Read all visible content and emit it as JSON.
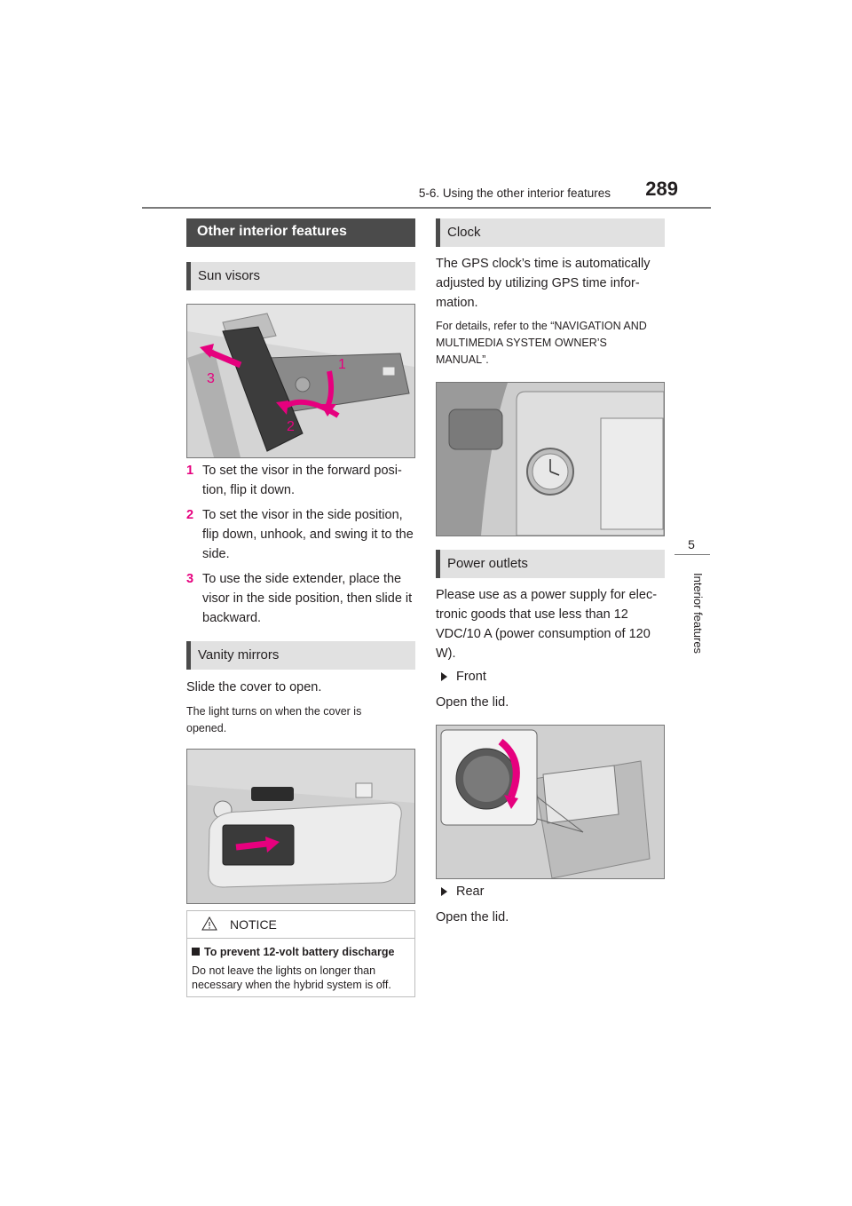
{
  "header": {
    "section": "5-6. Using the other interior features",
    "page_number": "289"
  },
  "side_tab": {
    "chapter_number": "5",
    "chapter_label": "Interior features"
  },
  "left": {
    "main_heading": "Other interior features",
    "sun_visors": {
      "heading": "Sun visors",
      "callouts": [
        "1",
        "2",
        "3"
      ],
      "steps": [
        {
          "num": "1",
          "text": "To set the visor in the forward posi-tion, flip it down."
        },
        {
          "num": "2",
          "text": "To set the visor in the side position, flip down, unhook, and swing it to the side."
        },
        {
          "num": "3",
          "text": "To use the side extender, place the visor in the side position, then slide it backward."
        }
      ]
    },
    "vanity_mirrors": {
      "heading": "Vanity mirrors",
      "text": "Slide the cover to open.",
      "note": "The light turns on when the cover is opened."
    },
    "notice": {
      "title": "NOTICE",
      "subtitle": "To prevent 12-volt battery discharge",
      "body": "Do not leave the lights on longer than necessary when the hybrid system is off."
    }
  },
  "right": {
    "clock": {
      "heading": "Clock",
      "text": "The GPS clock’s time is automatically adjusted by utilizing GPS time infor-mation.",
      "note": "For details, refer to the “NAVIGATION AND MULTIMEDIA SYSTEM OWNER’S MANUAL”."
    },
    "power_outlets": {
      "heading": "Power outlets",
      "text": "Please use as a power supply for elec-tronic goods that use less than 12 VDC/10 A (power consumption of 120 W).",
      "front_label": "Front",
      "front_text": "Open the lid.",
      "rear_label": "Rear",
      "rear_text": "Open the lid."
    }
  },
  "colors": {
    "accent": "#e6007e",
    "heading_dark": "#4b4b4b",
    "heading_light": "#e1e1e1"
  }
}
